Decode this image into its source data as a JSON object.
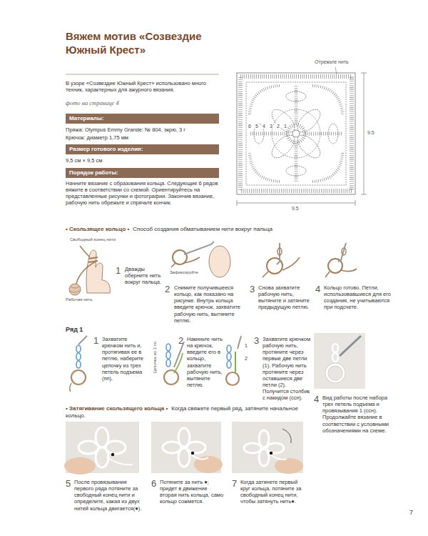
{
  "diagram": {
    "title": "Вяжем мотив «Созвездие Южный Крест»",
    "nodes": [
      {
        "text": [
          "Материалы:"
        ]
      },
      {
        "text": [
          "Размер готового изделия:"
        ]
      },
      {
        "text": [
          "Порядок работы:"
        ]
      }
    ],
    "labels": [
      "В узоре «Созвездие Южный Крест» использовано много техник, характерных для ажурного вязания.",
      "фото на странице 4",
      "Пряжа: Olympus Emmy Grande: № 804, экрю, 3 г",
      "Крючок: диаметр 1,75 мм",
      "9,5 см × 9,5 см",
      "Начните вязание с образования кольца. Следующие 6 рядов вяжите в соответствии со схемой. Ориентируйтесь на представленные рисунки и фотографии. Закончив вязание, рабочую нить обрежьте и спрячьте кончик.",
      "Отрежьте нить",
      "1",
      "2",
      "3",
      "4",
      "5",
      "6",
      "9.5",
      "9.5",
      "• Скользящее кольцо •",
      "Способ создания обматыванием нити вокруг пальца",
      "Свободный конец нити",
      "Рабочая нить",
      "1",
      "Дважды оберните нить вокруг пальца.",
      "Зафиксируйте",
      "2",
      "Снимите получившееся кольцо, как показано на рисунке. Внутрь кольца введите крючок, захватите рабочую нить, вытяните петлю.",
      "3",
      "Снова захватите рабочую нить, вытяните и затяните предыдущую петлю.",
      "4",
      "Кольцо готово. Петли, использовавшиеся для его создания, не учитываются при подсчете.",
      "Ряд 1",
      "1",
      "Захватите крючком нить и, протягивая ее в петлю, наберите цепочку из трех петель подъема (пп).",
      "Цепочка из 3 пп",
      "2",
      "Накиньте нить на крючок, введите его в кольцо, захватите рабочую нить, вытяните петлю.",
      "1",
      "2",
      "3",
      "Захватите крючком рабочую нить, протяните через первые две петли (1). Рабочую нить протяните через оставшиеся две петли (2). Получится столбик с накидом (ссн).",
      "4",
      "Вид работы после набора трех петель подъема и провязывания 1 (ссн). Продолжайте вязание в соответствии с условными обозначениями на схеме.",
      "• Затягивание скользящего кольца •",
      "Когда свяжете первый ряд, затяните начальное кольцо.",
      "5",
      "После провязывания первого ряда потяните за свободный конец нити и определите, какая из двух нитей кольца двигается(●).",
      "6",
      "Потяните за нить ●; придет в движение вторая нить кольца, само кольцо сожмется.",
      "7",
      "Когда затянете первый круг кольца, потяните за свободный конец нити, чтобы затянуть нить●.",
      "7"
    ]
  }
}
